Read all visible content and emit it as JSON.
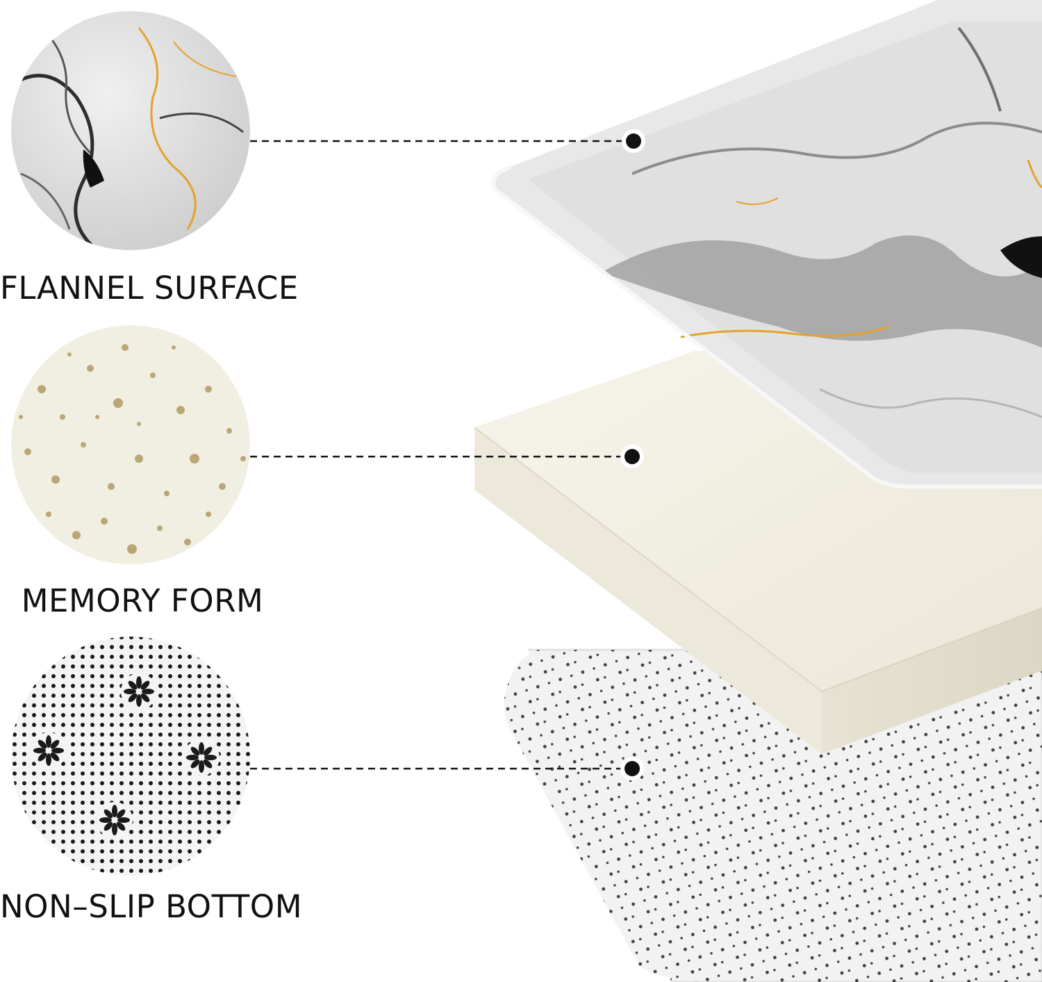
{
  "layers": [
    {
      "key": "flannel",
      "label": "FLANNEL SURFACE",
      "icon": "marble-texture-swatch"
    },
    {
      "key": "memory",
      "label": "MEMORY FORM",
      "icon": "foam-texture-swatch"
    },
    {
      "key": "nonslip",
      "label": "NON–SLIP BOTTOM",
      "icon": "dotted-backing-swatch"
    }
  ],
  "colors": {
    "marble_light": "#e9e9e9",
    "marble_dark": "#3a3a3a",
    "gold_vein": "#e6a12b",
    "foam_cream": "#f1eee2",
    "foam_speckle": "#a88f52",
    "backing_white": "#f4f4f4",
    "dot_black": "#1a1a1a",
    "leader_line": "#111111"
  }
}
